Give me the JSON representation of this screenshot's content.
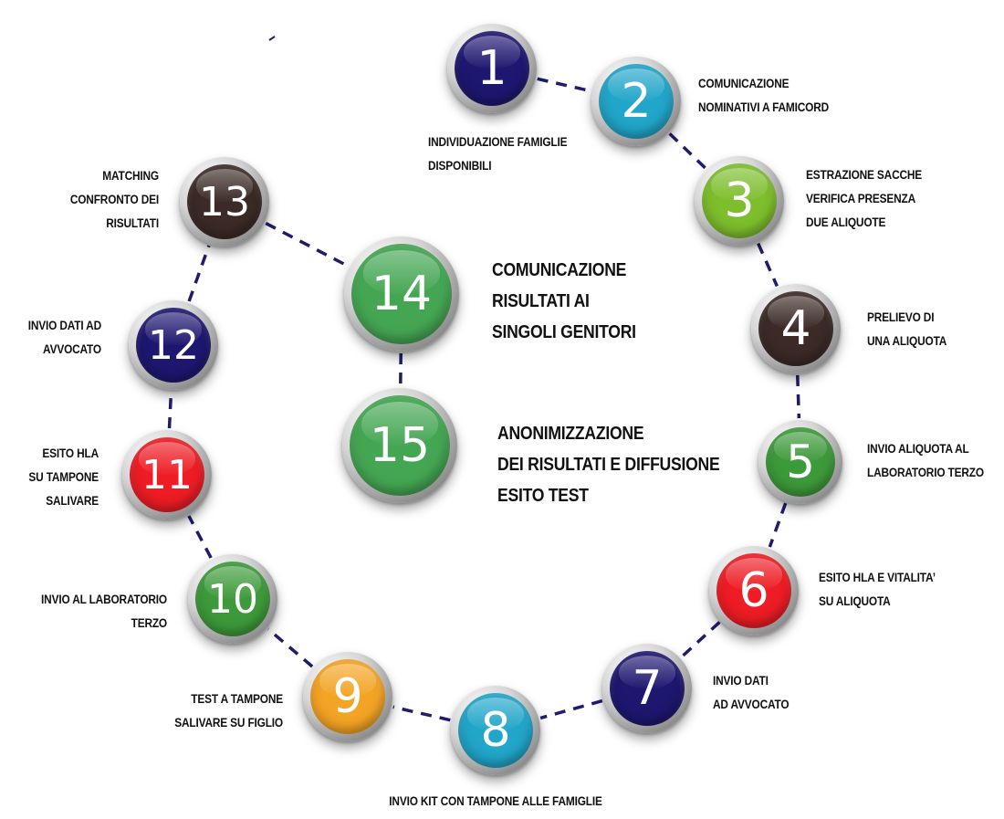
{
  "colors": {
    "navy": "#1e1770",
    "cyan": "#21a5c9",
    "lime": "#7dbe2c",
    "brown": "#3b2a26",
    "green": "#3d9a3a",
    "red": "#ee1c24",
    "orange": "#f4a424",
    "mid_green": "#44a653",
    "connector": "#1f1d6b"
  },
  "steps": [
    {
      "number": "1",
      "color": "#1e1770",
      "label": "INDIVIDUAZIONE FAMIGLIE\nDISPONIBILI"
    },
    {
      "number": "2",
      "color": "#21a5c9",
      "label": "COMUNICAZIONE\nNOMINATIVI A FAMICORD"
    },
    {
      "number": "3",
      "color": "#7dbe2c",
      "label": "ESTRAZIONE SACCHE\nVERIFICA PRESENZA\nDUE ALIQUOTE"
    },
    {
      "number": "4",
      "color": "#3b2a26",
      "label": "PRELIEVO DI\nUNA ALIQUOTA"
    },
    {
      "number": "5",
      "color": "#3d9a3a",
      "label": "INVIO ALIQUOTA  AL\nLABORATORIO TERZO"
    },
    {
      "number": "6",
      "color": "#ee1c24",
      "label": "ESITO HLA E VITALITA’\nSU ALIQUOTA"
    },
    {
      "number": "7",
      "color": "#1e1770",
      "label": "INVIO DATI\nAD AVVOCATO"
    },
    {
      "number": "8",
      "color": "#21a5c9",
      "label": "INVIO KIT CON TAMPONE ALLE FAMIGLIE"
    },
    {
      "number": "9",
      "color": "#f4a424",
      "label": "TEST A TAMPONE\nSALIVARE SU FIGLIO"
    },
    {
      "number": "10",
      "color": "#3d9a3a",
      "label": "INVIO AL LABORATORIO\nTERZO"
    },
    {
      "number": "11",
      "color": "#ee1c24",
      "label": "ESITO HLA\nSU TAMPONE\nSALIVARE"
    },
    {
      "number": "12",
      "color": "#1e1770",
      "label": "INVIO DATI AD\nAVVOCATO"
    },
    {
      "number": "13",
      "color": "#3b2a26",
      "label": "MATCHING\nCONFRONTO DEI\nRISULTATI"
    },
    {
      "number": "14",
      "color": "#44a653",
      "label": "COMUNICAZIONE\nRISULTATI AI\nSINGOLI GENITORI"
    },
    {
      "number": "15",
      "color": "#44a653",
      "label": "ANONIMIZZAZIONE\nDEI RISULTATI E DIFFUSIONE\nESITO TEST"
    }
  ]
}
